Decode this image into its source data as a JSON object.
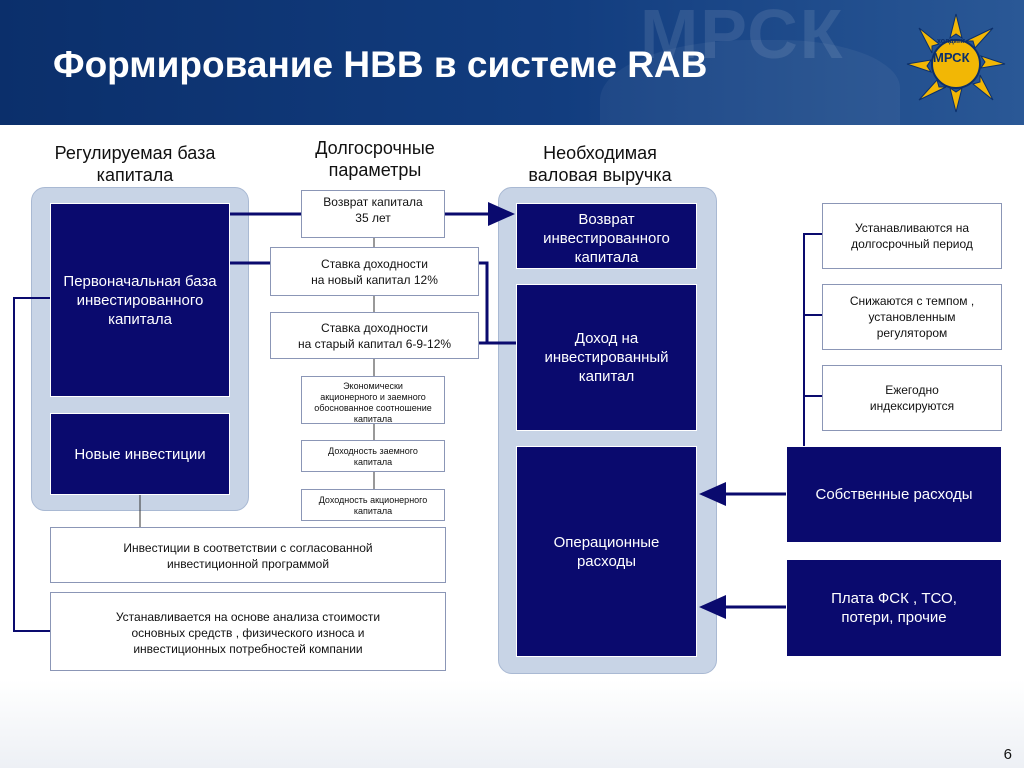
{
  "slide": {
    "title": "Формирование НВВ в системе RAB",
    "page_number": "6",
    "colors": {
      "header": "#123d7f",
      "dark_box": "#0a0a6e",
      "panel": "#c8d4e6",
      "logo": "#f2b705"
    }
  },
  "logo": {
    "word": "МРСК",
    "small": "холдинг"
  },
  "columns": {
    "rab_title": "Регулируемая база\nкапитала",
    "params_title": "Долгосрочные\nпараметры",
    "nvv_title": "Необходимая\nваловая выручка"
  },
  "rab": {
    "initial_base": "Первоначальная база инвестированного капитала",
    "new_investments": "Новые инвестиции",
    "investments_program": "Инвестиции в соответствии с согласованной\nинвестиционной программой",
    "valuation_basis": "Устанавливается на основе анализа стоимости\nосновных средств  , физического износа и\nинвестиционных потребностей компании"
  },
  "params": {
    "capital_return": "Возврат капитала\n35 лет",
    "new_rate": "Ставка доходности\nна новый капитал 12%",
    "old_rate": "Ставка доходности\nна старый капитал  6-9-12%",
    "debt_equity": "Экономически\nакционерного и заемного\nобоснованное соотношение\nкапитала",
    "debt_yield": "Доходность заемного\nкапитала",
    "equity_yield": "Доходность акционерного\nкапитала"
  },
  "nvv": {
    "return_invested": "Возврат\nинвестированного\nкапитала",
    "income_invested": "Доход на\nинвестированный\nкапитал",
    "operating": "Операционные\nрасходы"
  },
  "costs": {
    "note_long_term": "Устанавливаются на\nдолгосрочный период",
    "note_decrease": "Снижаются с темпом  ,\nустановленным\nрегулятором",
    "note_indexed": "Ежегодно\nиндексируются",
    "own_costs": "Собственные расходы",
    "fsk": "Плата ФСК , ТСО,\nпотери, прочие"
  }
}
